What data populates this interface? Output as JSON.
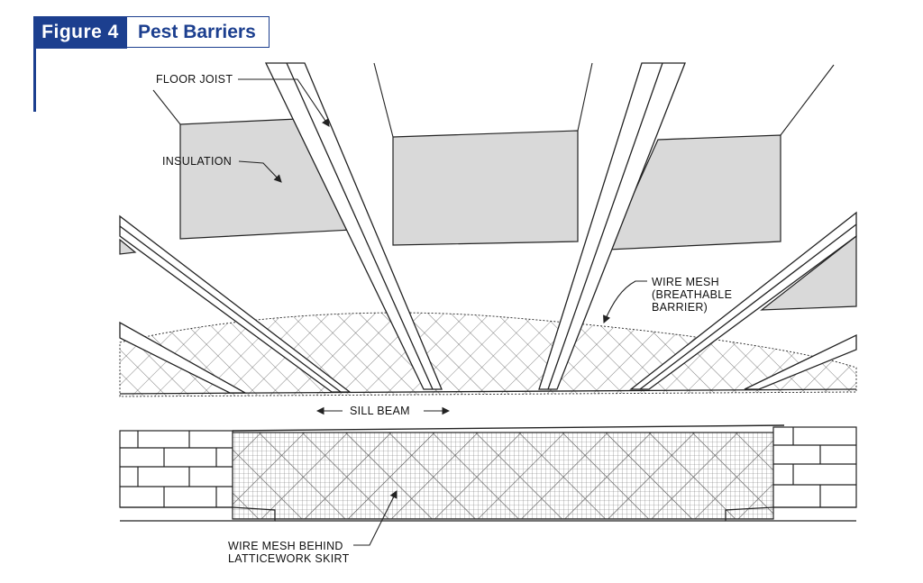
{
  "figure": {
    "number": "Figure 4",
    "title": "Pest Barriers"
  },
  "labels": {
    "floor_joist": "FLOOR JOIST",
    "insulation": "INSULATION",
    "wire_mesh_1": "WIRE MESH",
    "wire_mesh_2": "(BREATHABLE",
    "wire_mesh_3": "BARRIER)",
    "sill_beam": "SILL BEAM",
    "skirt_1": "WIRE MESH BEHIND",
    "skirt_2": "LATTICEWORK SKIRT"
  },
  "colors": {
    "brand_blue": "#1c3f8f",
    "insulation": "#d9d9d9",
    "line": "#222222"
  }
}
